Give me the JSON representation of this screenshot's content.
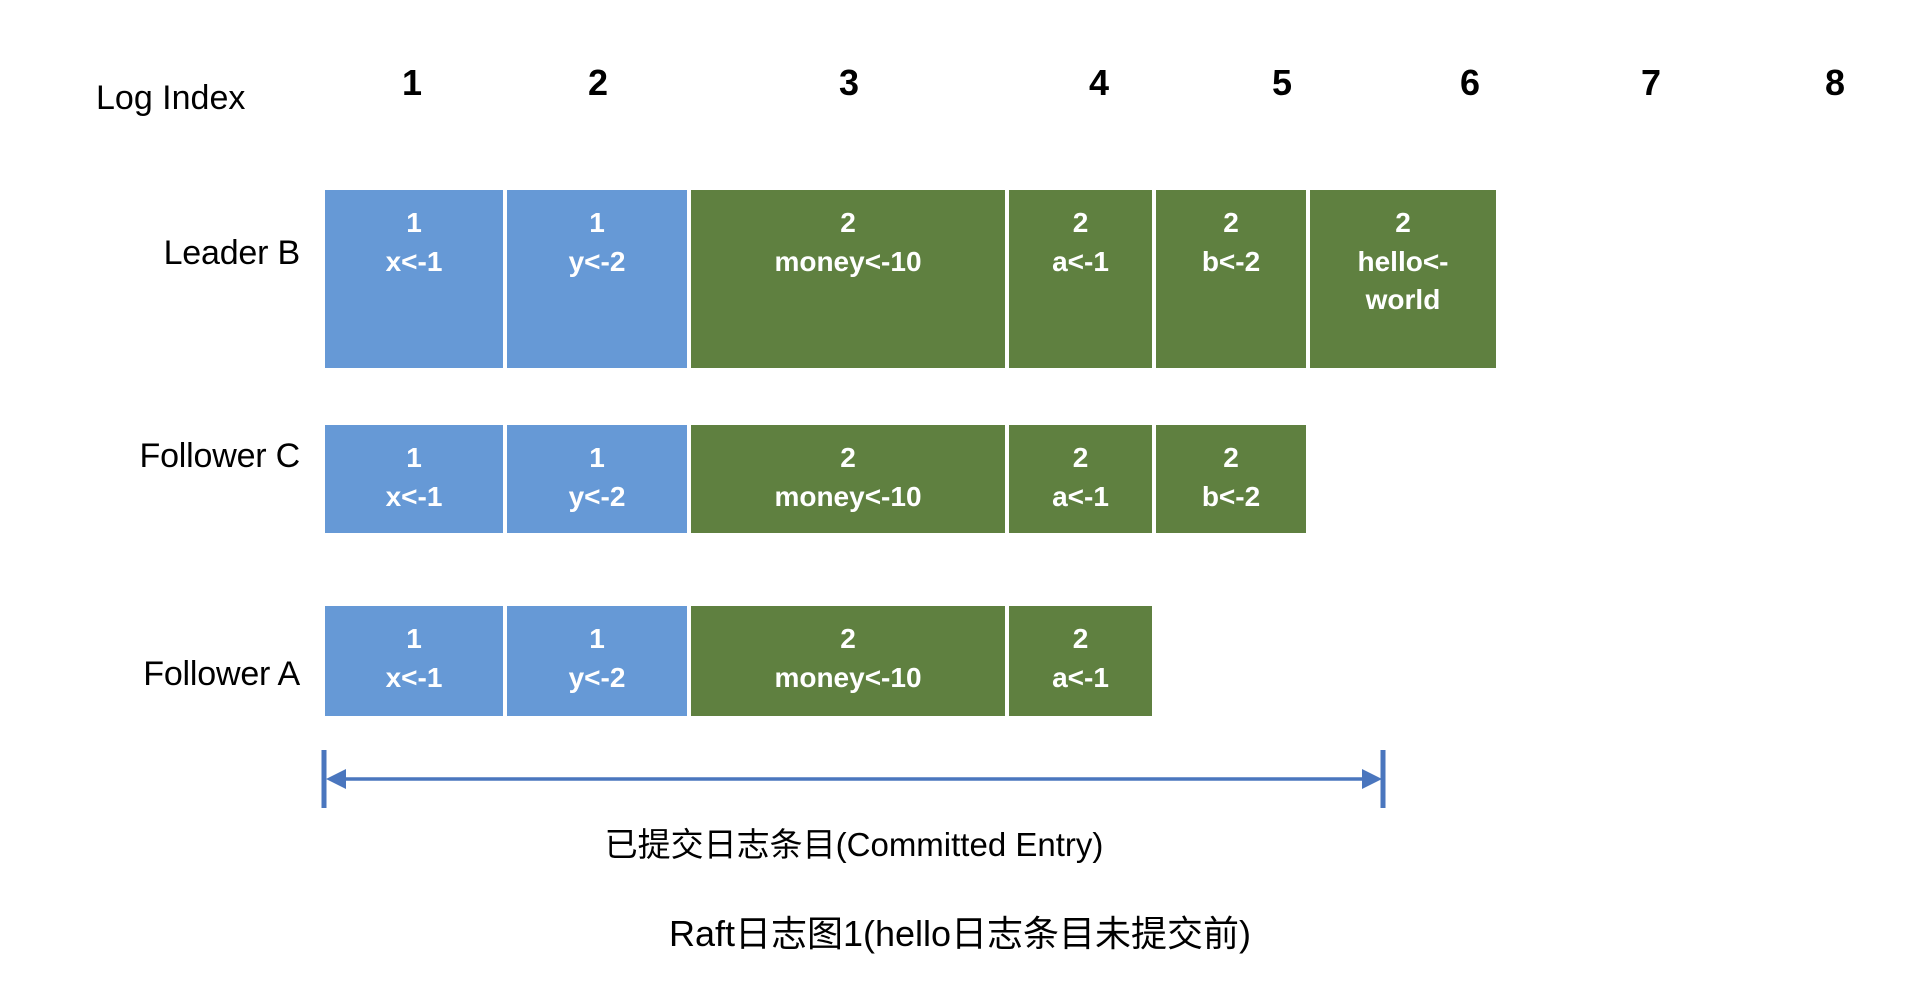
{
  "figure": {
    "caption": "Raft日志图1(hello日志条目未提交前)",
    "committed_label": "已提交日志条目(Committed Entry)",
    "colors": {
      "term1": "#6699D6",
      "term2": "#5F8040",
      "arrow": "#4A76BE",
      "text_on_cell": "#FFFFFF",
      "text": "#000000",
      "background": "#FFFFFF"
    }
  },
  "index_header": {
    "label": "Log Index",
    "numbers": [
      "1",
      "2",
      "3",
      "4",
      "5",
      "6",
      "7",
      "8"
    ]
  },
  "rows": [
    {
      "label": "Leader B",
      "entries": [
        {
          "term": "1",
          "command": "x<-1"
        },
        {
          "term": "1",
          "command": "y<-2"
        },
        {
          "term": "2",
          "command": "money<-10"
        },
        {
          "term": "2",
          "command": "a<-1"
        },
        {
          "term": "2",
          "command": "b<-2"
        },
        {
          "term": "2",
          "command": "hello<-\nworld"
        }
      ]
    },
    {
      "label": "Follower C",
      "entries": [
        {
          "term": "1",
          "command": "x<-1"
        },
        {
          "term": "1",
          "command": "y<-2"
        },
        {
          "term": "2",
          "command": "money<-10"
        },
        {
          "term": "2",
          "command": "a<-1"
        },
        {
          "term": "2",
          "command": "b<-2"
        }
      ]
    },
    {
      "label": "Follower A",
      "entries": [
        {
          "term": "1",
          "command": "x<-1"
        },
        {
          "term": "1",
          "command": "y<-2"
        },
        {
          "term": "2",
          "command": "money<-10"
        },
        {
          "term": "2",
          "command": "a<-1"
        }
      ]
    }
  ]
}
